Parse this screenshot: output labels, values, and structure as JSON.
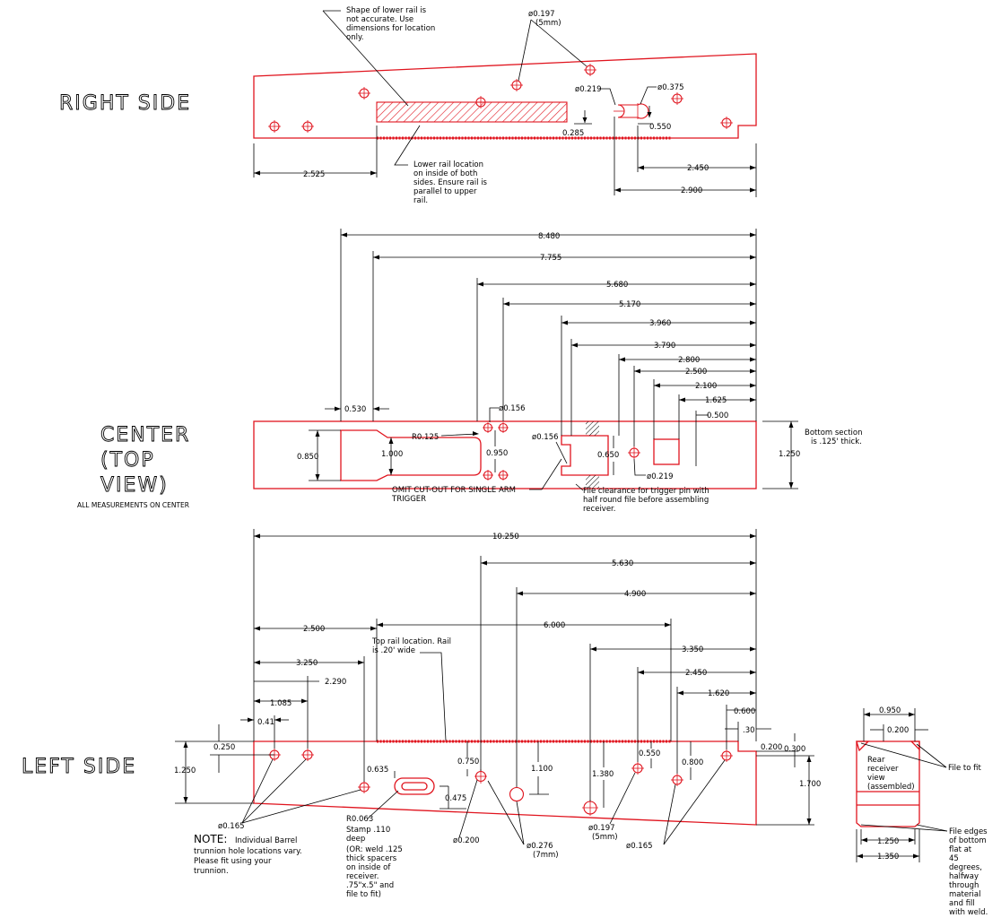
{
  "views": {
    "right_side": "RIGHT SIDE",
    "center_1": "CENTER",
    "center_2": "(TOP",
    "center_3": "VIEW)",
    "left_side": "LEFT SIDE"
  },
  "notes": {
    "all_meas": "ALL MEASUREMENTS ON CENTER",
    "shape_lower_rail": [
      "Shape of lower rail is",
      "not accurate. Use",
      "dimensions for location",
      "only."
    ],
    "lower_rail_loc": [
      "Lower rail location",
      "on inside of both",
      "sides. Ensure rail is",
      "parallel to upper",
      "rail."
    ],
    "bottom_section": [
      "Bottom section",
      "is .125' thick."
    ],
    "omit_cutout": [
      "OMIT CUT-OUT FOR SINGLE ARM",
      "TRIGGER"
    ],
    "file_clearance": [
      "File clearance for trigger pin with",
      "half round file before assembling",
      "receiver."
    ],
    "top_rail": [
      "Top rail location. Rail",
      "is .20' wide"
    ],
    "note_label": "NOTE:",
    "note_text": [
      "Individual Barrel",
      "trunnion hole locations vary.",
      "Please fit using your",
      "trunnion."
    ],
    "stamp": [
      "Stamp .110",
      "deep",
      "(OR: weld .125",
      "thick spacers",
      "on inside of",
      "receiver.",
      ".75\"x.5\" and",
      "file to fit)"
    ],
    "rear_view": [
      "Rear",
      "receiver",
      "view",
      "(assembled)"
    ],
    "file_to_fit": "File to fit",
    "file_edges": [
      "File edges",
      "of bottom",
      "flat at",
      "45",
      "degrees,",
      "halfway",
      "through",
      "material",
      "and fill",
      "with weld."
    ]
  },
  "right_side_dims": {
    "d0197": "ø0.197",
    "d5mm": "(5mm)",
    "d0219": "ø0.219",
    "d0375": "ø0.375",
    "d0550": "0.550",
    "d0285": "0.285",
    "d2525": "2.525",
    "d2450": "2.450",
    "d2900": "2.900"
  },
  "center_dims": {
    "d8480": "8.480",
    "d7755": "7.755",
    "d5680": "5.680",
    "d5170": "5.170",
    "d3960": "3.960",
    "d3790": "3.790",
    "d2800": "2.800",
    "d2500": "2.500",
    "d2100": "2.100",
    "d1625": "1.625",
    "d0500": "0.500",
    "d0530": "0.530",
    "d0156a": "ø0.156",
    "dR0125": "R0.125",
    "d0156b": "ø0.156",
    "d0850": "0.850",
    "d1000": "1.000",
    "d0950": "0.950",
    "d0650": "0.650",
    "d0219": "ø0.219",
    "d1250": "1.250"
  },
  "left_dims": {
    "d10250": "10.250",
    "d5630": "5.630",
    "d4900": "4.900",
    "d2500": "2.500",
    "d6000": "6.000",
    "d3350": "3.350",
    "d3250": "3.250",
    "d2450": "2.450",
    "d2290": "2.290",
    "d1620": "1.620",
    "d1085": "1.085",
    "d0600": "0.600",
    "d041": "0.41",
    "d30": ".30",
    "d0250": "0.250",
    "d0200r": "0.200",
    "d0300": "0.300",
    "d1250": "1.250",
    "d0635": "0.635",
    "d0750": "0.750",
    "d1100": "1.100",
    "d1380": "1.380",
    "d0550": "0.550",
    "d0800": "0.800",
    "d1700": "1.700",
    "d0475": "0.475",
    "d0165a": "ø0.165",
    "dR0063": "R0.063",
    "d0200": "ø0.200",
    "d0276": "ø0.276",
    "d7mm": "(7mm)",
    "d0197": "ø0.197",
    "d5mm": "(5mm)",
    "d0165b": "ø0.165"
  },
  "rear_dims": {
    "d0950": "0.950",
    "d0200": "0.200",
    "d1250": "1.250",
    "d1350": "1.350"
  }
}
